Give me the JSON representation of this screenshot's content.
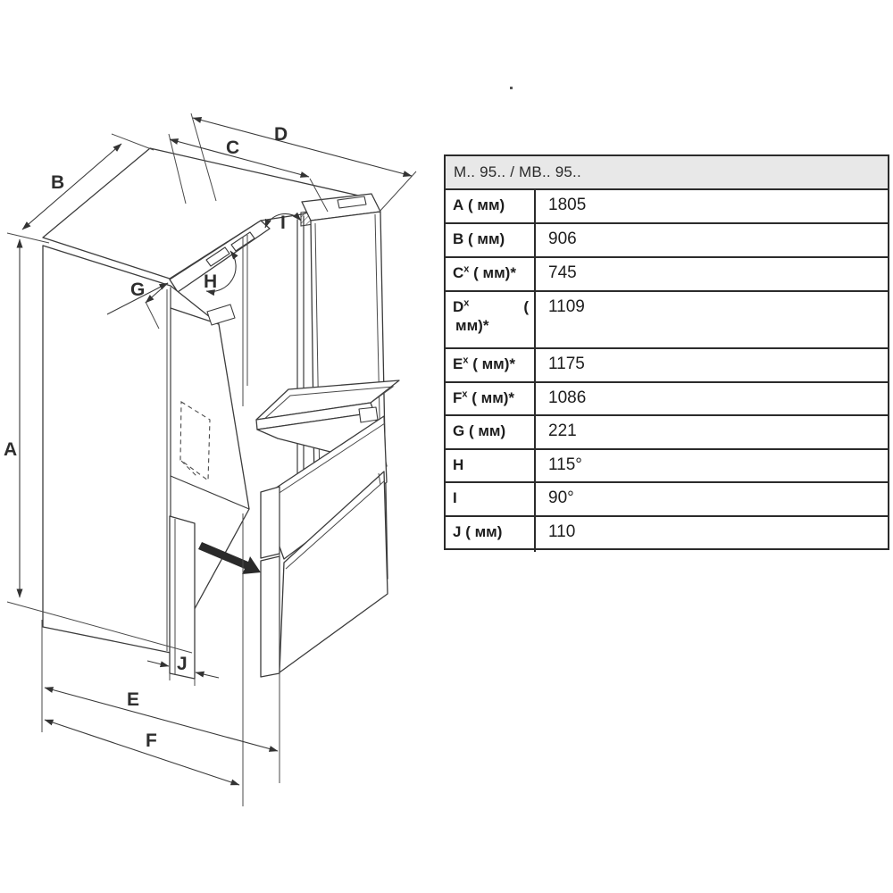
{
  "table": {
    "header": "M.. 95.. / MB.. 95..",
    "rows": [
      {
        "letter": "A",
        "sup": "",
        "unit": "( мм)",
        "value": "1805",
        "wrap": false
      },
      {
        "letter": "B",
        "sup": "",
        "unit": "( мм)",
        "value": "906",
        "wrap": false
      },
      {
        "letter": "C",
        "sup": "x",
        "unit": "( мм)*",
        "value": "745",
        "wrap": false
      },
      {
        "letter": "D",
        "sup": "x",
        "unit": "( мм)*",
        "value": "1109",
        "wrap": true
      },
      {
        "letter": "E",
        "sup": "x",
        "unit": "( мм)*",
        "value": "1175",
        "wrap": false
      },
      {
        "letter": "F",
        "sup": "x",
        "unit": "( мм)*",
        "value": "1086",
        "wrap": false
      },
      {
        "letter": "G",
        "sup": "",
        "unit": "( мм)",
        "value": "221",
        "wrap": false
      },
      {
        "letter": "H",
        "sup": "",
        "unit": "",
        "value": "115°",
        "wrap": false
      },
      {
        "letter": "I",
        "sup": "",
        "unit": "",
        "value": "90°",
        "wrap": false
      },
      {
        "letter": "J",
        "sup": "",
        "unit": "( мм)",
        "value": "110",
        "wrap": false
      }
    ]
  },
  "diagram": {
    "labels": {
      "a": "A",
      "b": "B",
      "c": "C",
      "d": "D",
      "e": "E",
      "f": "F",
      "g": "G",
      "h": "H",
      "i": "I",
      "j": "J"
    }
  },
  "colors": {
    "line": "#3c3c3c",
    "table_border": "#2b2b2b",
    "header_bg": "#e8e8e8",
    "text": "#1d1d1d"
  }
}
